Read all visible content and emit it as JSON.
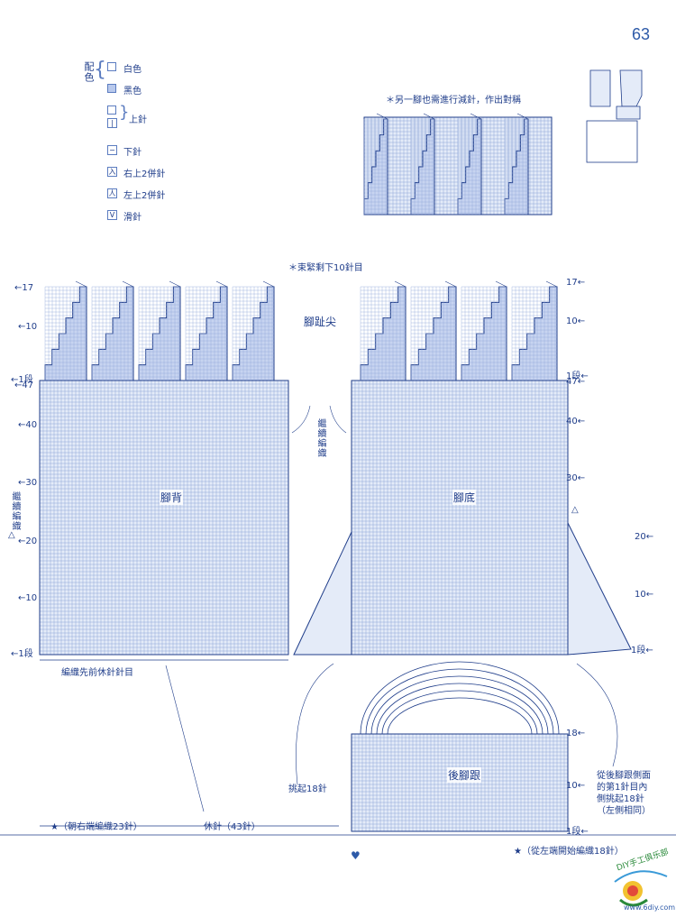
{
  "page_number": "63",
  "legend": {
    "color_group_label": "配色",
    "white": "白色",
    "black": "黑色",
    "knit": "上針",
    "knit_symbol": "|",
    "purl": "下針",
    "purl_symbol": "−",
    "right_k2tog": "右上2併針",
    "right_symbol": "入",
    "left_k2tog": "左上2併針",
    "left_symbol": "人",
    "slip": "滑針",
    "slip_symbol": "V"
  },
  "other_foot_note": "＊另一腳也需進行減針，作出對稱",
  "gather_note": "＊束緊剩下10針目",
  "zones": {
    "toe": "腳趾尖",
    "instep": "腳背",
    "sole": "腳底",
    "heel": "後腳跟",
    "continue_knit": "繼續編織",
    "continue_knit_left": "繼續編織",
    "continue_triangle": "△",
    "right_triangle": "△"
  },
  "row_labels": {
    "left": [
      "←17",
      "←10",
      "←1段",
      "←47",
      "←40",
      "←30",
      "←20",
      "←10",
      "←1段"
    ],
    "right_top": [
      "17←",
      "10←",
      "1段←",
      "47←",
      "40←",
      "30←"
    ],
    "right_lower": [
      "20←",
      "10←",
      "1段←"
    ],
    "heel": [
      "18←",
      "10←",
      "1段←"
    ]
  },
  "bottom_notes": {
    "knit_previous": "編織先前休針針目",
    "pick_up": "挑起18針",
    "star_left": "★（朝右端編織23針）",
    "rest": "休針（43針）",
    "star_right": "★（從左端開始編織18針）",
    "heel_side": "從後腳跟側面\n的第1針目內\n側挑起18針\n（左側相同）",
    "heart": "♥"
  },
  "logo": {
    "text": "DIY手工俱乐部",
    "url": "www.6diy.com"
  },
  "colors": {
    "grid_line": "#8fa6d8",
    "grid_fill": "#c7d4f0",
    "grid_light": "#e4ebf8",
    "ink": "#1f3d8a"
  }
}
